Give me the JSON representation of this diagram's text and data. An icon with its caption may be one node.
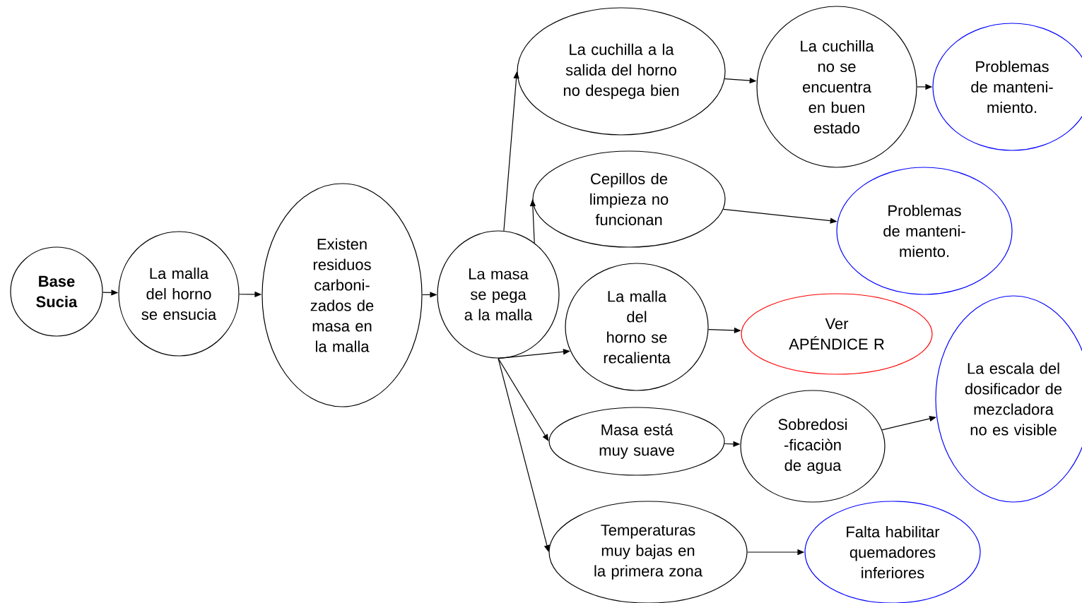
{
  "diagram": {
    "nodes": [
      {
        "text": [
          "**Base Sucia**"
        ]
      },
      {
        "text": [
          "La malla del horno se ensucia"
        ]
      },
      {
        "text": [
          "Existen residuos carboni- zados de masa en la malla"
        ]
      },
      {
        "text": [
          "La masa se pega a la malla"
        ]
      },
      {
        "text": [
          "La cuchilla a la salida del horno no despega bien"
        ]
      },
      {
        "text": [
          "La cuchilla no se encuentra en buen estado"
        ]
      },
      {
        "text": [
          "Problemas de manteni- miento."
        ]
      },
      {
        "text": [
          "Cepillos de limpieza no funcionan"
        ]
      },
      {
        "text": [
          "Problemas de manteni- miento."
        ]
      },
      {
        "text": [
          "La malla del horno se recalienta"
        ]
      },
      {
        "text": [
          "Ver APÉNDICE R"
        ]
      },
      {
        "text": [
          "Masa está muy suave"
        ]
      },
      {
        "text": [
          "Sobredosi -ficaciòn de agua"
        ]
      },
      {
        "text": [
          "La escala del dosificador de mezcladora no es visible"
        ]
      },
      {
        "text": [
          "Temperaturas muy bajas en la primera zona"
        ]
      },
      {
        "text": [
          "Falta habilitar quemadores inferiores"
        ]
      }
    ],
    "edges": [
      {
        "from": 0,
        "to": 1,
        "arrow": "to"
      },
      {
        "from": 1,
        "to": 2,
        "arrow": "to"
      },
      {
        "from": 2,
        "to": 3,
        "arrow": "to"
      },
      {
        "from": 3,
        "to": 4,
        "arrow": "to"
      },
      {
        "from": 3,
        "to": 7,
        "arrow": "to"
      },
      {
        "from": 3,
        "to": 9,
        "arrow": "to"
      },
      {
        "from": 3,
        "to": 11,
        "arrow": "to"
      },
      {
        "from": 3,
        "to": 14,
        "arrow": "to"
      },
      {
        "from": 4,
        "to": 5,
        "arrow": "to"
      },
      {
        "from": 5,
        "to": 6,
        "arrow": "to"
      },
      {
        "from": 7,
        "to": 8,
        "arrow": "to"
      },
      {
        "from": 9,
        "to": 10,
        "arrow": "to"
      },
      {
        "from": 11,
        "to": 12,
        "arrow": "to"
      },
      {
        "from": 12,
        "to": 13,
        "arrow": "to"
      },
      {
        "from": 14,
        "to": 15,
        "arrow": "to"
      }
    ]
  }
}
